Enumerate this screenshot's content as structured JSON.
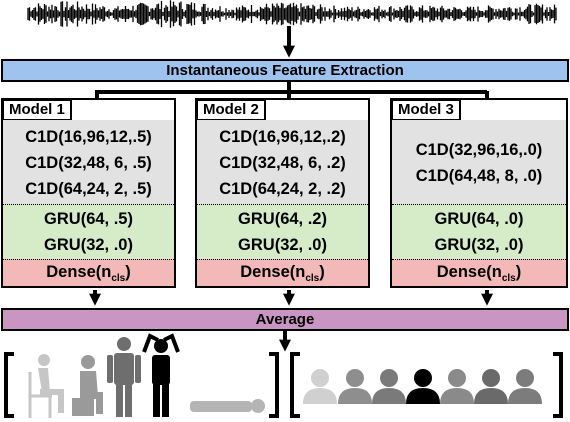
{
  "pipeline": {
    "feature_extraction_label": "Instantaneous Feature Extraction",
    "average_label": "Average"
  },
  "models": [
    {
      "label": "Model 1",
      "conv_layers": [
        "C1D(16,96,12,.5)",
        "C1D(32,48, 6, .5)",
        "C1D(64,24, 2, .5)"
      ],
      "gru_layers": [
        "GRU(64, .5)",
        "GRU(32, .0)"
      ],
      "dense": {
        "text": "Dense(n",
        "subscript": "cls",
        "close": ")"
      }
    },
    {
      "label": "Model 2",
      "conv_layers": [
        "C1D(16,96,12,.2)",
        "C1D(32,48, 6, .2)",
        "C1D(64,24, 2, .2)"
      ],
      "gru_layers": [
        "GRU(64, .2)",
        "GRU(32, .0)"
      ],
      "dense": {
        "text": "Dense(n",
        "subscript": "cls",
        "close": ")"
      }
    },
    {
      "label": "Model 3",
      "conv_layers": [
        "C1D(32,96,16,.0)",
        "C1D(64,48, 8, .0)"
      ],
      "gru_layers": [
        "GRU(64, .0)",
        "GRU(32, .0)"
      ],
      "dense": {
        "text": "Dense(n",
        "subscript": "cls",
        "close": ")"
      }
    }
  ],
  "colors": {
    "feature_bar": "#9fc3ef",
    "average_bar": "#c996c4",
    "conv_section": "#e2e2e2",
    "gru_section": "#d6ecc9",
    "dense_section": "#f3b9b9",
    "activity_figures": [
      "#c6c6c6",
      "#9a9a9a",
      "#6e6e6e",
      "#000000",
      "#b4b4b4"
    ],
    "people_count_figures": [
      "#d0d0d0",
      "#8e8e8e",
      "#7a7a7a",
      "#000000",
      "#8a8a8a",
      "#6a6a6a",
      "#7c7c7c"
    ]
  },
  "icons": {
    "signal": "audio-waveform-icon",
    "activities": [
      "sitting-person-icon",
      "seated-person-icon",
      "standing-person-icon",
      "hands-on-head-person-icon",
      "lying-person-icon"
    ],
    "people_count": "person-bust-icon"
  }
}
